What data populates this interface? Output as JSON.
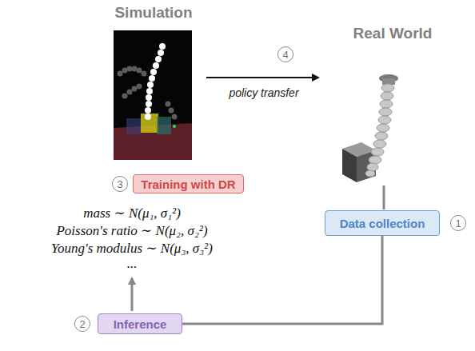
{
  "diagram": {
    "nodes": [
      {
        "text": [
          "Training with DR"
        ]
      },
      {
        "text": [
          "Data collection"
        ]
      },
      {
        "text": [
          "Inference"
        ]
      }
    ],
    "edges": [
      {
        "from": 1,
        "to": 2,
        "arrow": "none"
      }
    ],
    "labels": [
      "Simulation",
      "Real World",
      "4",
      "policy transfer",
      "3",
      "mass ∼ N(μ₁, σ₁²)",
      "Poisson's ratio ∼ N(μ₂, σ₂²)",
      "Young's modulus ∼ N(μ₃, σ₃²)",
      "...",
      "1",
      "2"
    ]
  }
}
